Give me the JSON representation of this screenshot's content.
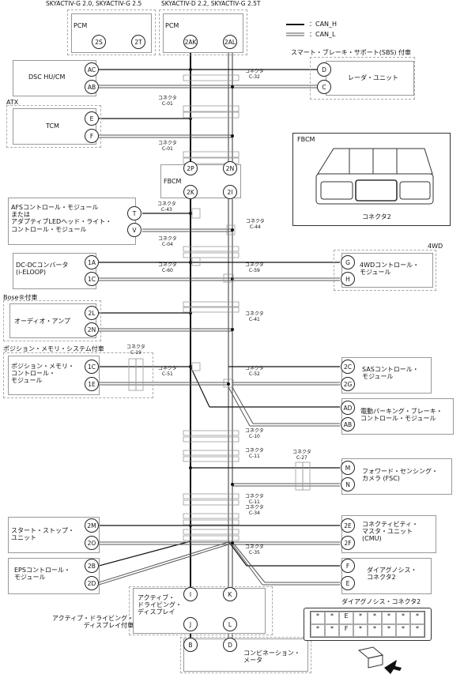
{
  "header": {
    "variant_g": "SKYACTIV-G 2.0, SKYACTIV-G 2.5",
    "variant_d": "SKYACTIV-D 2.2, SKYACTIV-G 2.5T"
  },
  "legend": {
    "can_h": "：CAN_H",
    "can_l": "：CAN_L"
  },
  "modules": {
    "pcm": "PCM",
    "dsc": "DSC HU/CM",
    "atx": "ATX",
    "tcm": "TCM",
    "fbcm": "FBCM",
    "afs": "AFSコントロール・モジュール\nまたは\nアダプティブLEDヘッド・ライト・\nコントロール・モジュール",
    "dcdc": "DC-DCコンバータ\n(i-ELOOP)",
    "bose_note": "Bose®付車",
    "audio": "オーディオ・アンプ",
    "psm_note": "ポジション・メモリ・システム付車",
    "psm": "ポジション・メモリ・\nコントロール・\nモジュール",
    "start": "スタート・ストップ・\nユニット",
    "eps": "EPSコントロール・\nモジュール",
    "active_drive": "アクティブ・\nドライビング・\nディスプレイ",
    "active_note": "アクティブ・ドライビング・\nディスプレイ付車",
    "combi": "コンビネーション・\nメータ",
    "sbs_note": "スマート・ブレーキ・サポート(SBS) 付車",
    "radar": "レーダ・ユニット",
    "fbcm_inset_title": "FBCM",
    "fbcm_inset_conn": "コネクタ2",
    "fourwd_note": "4WD",
    "fourwd": "4WDコントロール・\nモジュール",
    "sas": "SASコントロール・\nモジュール",
    "epb": "電動パーキング・ブレーキ・\nコントロール・モジュール",
    "fsc": "フォワード・センシング・\nカメラ (FSC)",
    "cmu": "コネクティビティ・\nマスタ・ユニット\n(CMU)",
    "diag": "ダイアグノシス・\nコネクタ2",
    "diag_title": "ダイアグノシス・コネクタ2"
  },
  "pins": {
    "pcm_g_h": "2S",
    "pcm_g_l": "2T",
    "pcm_d_h": "2AK",
    "pcm_d_l": "2AL",
    "dsc_h": "AC",
    "dsc_l": "AB",
    "tcm_h": "E",
    "tcm_l": "F",
    "fbcm_h_top": "2P",
    "fbcm_l_top": "2N",
    "fbcm_h_bot": "2K",
    "fbcm_l_bot": "2I",
    "afs_h": "T",
    "afs_l": "V",
    "dcdc_h": "1A",
    "dcdc_l": "1C",
    "audio_h": "2L",
    "audio_l": "2N",
    "psm_h": "1C",
    "psm_l": "1E",
    "start_h": "2M",
    "start_l": "2O",
    "eps_h": "2B",
    "eps_l": "2D",
    "ad_h": "I",
    "ad_l": "K",
    "ad_h2": "J",
    "ad_l2": "L",
    "combi_h": "B",
    "combi_l": "D",
    "radar_h": "D",
    "radar_l": "C",
    "fourwd_h": "G",
    "fourwd_l": "H",
    "sas_h": "2C",
    "sas_l": "2G",
    "epb_h": "AD",
    "epb_l": "AB",
    "fsc_h": "M",
    "fsc_l": "N",
    "cmu_h": "2E",
    "cmu_l": "2F",
    "diag_h": "F",
    "diag_l": "E"
  },
  "connectors": {
    "konekuta": "コネクタ",
    "c32": "C-32",
    "c01": "C-01",
    "c43": "C-43",
    "c44": "C-44",
    "c04": "C-04",
    "c60": "C-60",
    "c59": "C-59",
    "c41": "C-41",
    "c19": "C-19",
    "c51": "C-51",
    "c52": "C-52",
    "c10": "C-10",
    "c11": "C-11",
    "c27": "C-27",
    "c34": "C-34",
    "c35": "C-35"
  },
  "diag_connector": {
    "row1": [
      "*",
      "*",
      "E",
      "*",
      "*",
      "*",
      "*",
      "*"
    ],
    "row2": [
      "*",
      "*",
      "F",
      "*",
      "*",
      "*",
      "*",
      "*"
    ]
  },
  "colors": {
    "can_h": "#111111",
    "can_l": "#555555",
    "box_border": "#999999",
    "dash": "#aaaaaa"
  }
}
